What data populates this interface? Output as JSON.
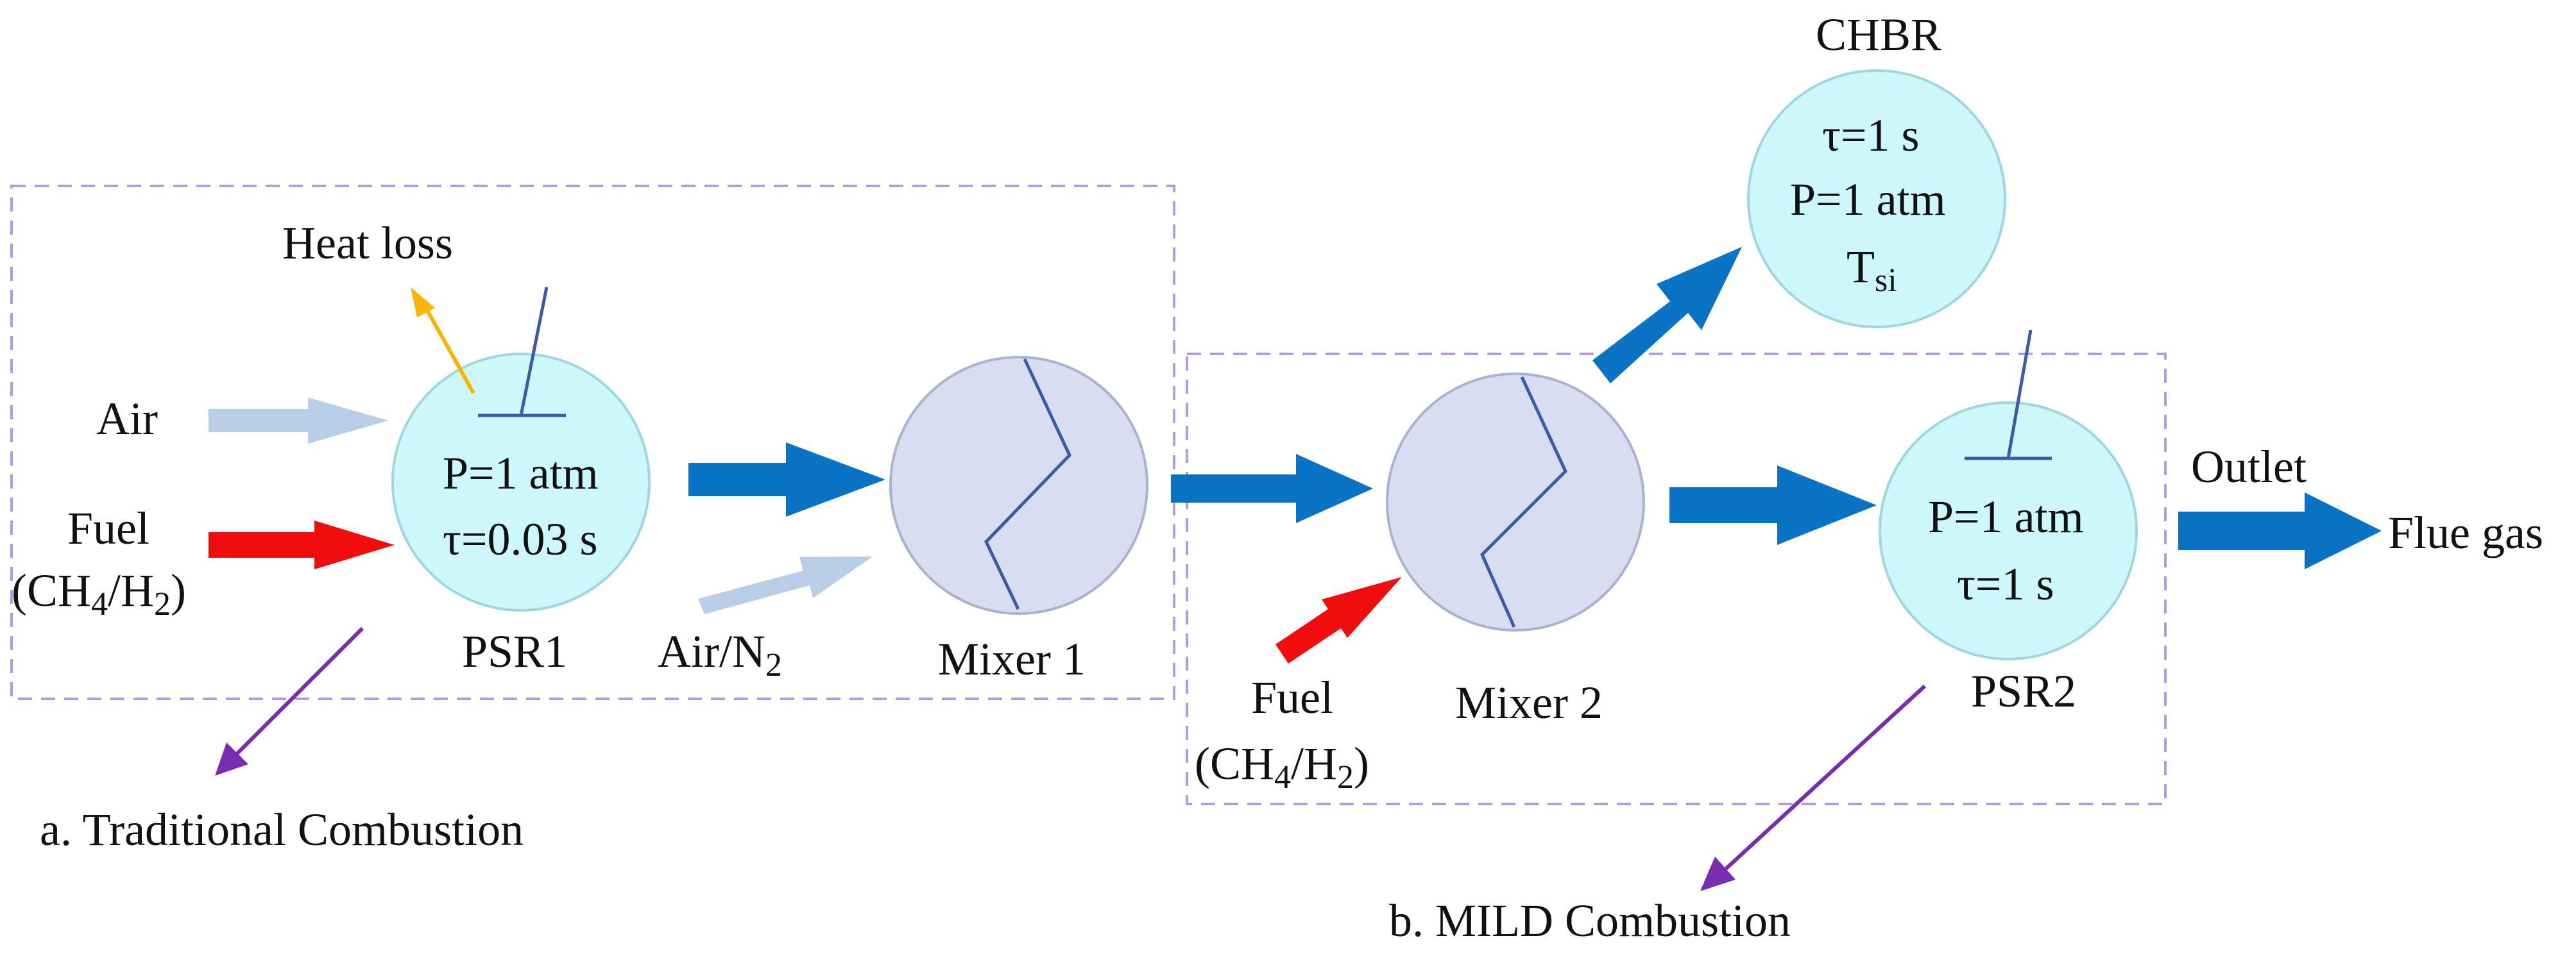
{
  "colors": {
    "reactor_fill": "#cdf7fb",
    "reactor_stroke": "#9fd6e0",
    "mixer_fill": "#d8deef",
    "mixer_stroke": "#a9b3cf",
    "flow_arrow": "#0b73c4",
    "air_arrow": "#b8cde6",
    "fuel_arrow": "#f20d0d",
    "heat_arrow": "#f7b500",
    "pointer_arrow": "#7a2cb0",
    "dashed_box": "#b39ae0",
    "wire": "#3d5aa8"
  },
  "labels": {
    "heat_loss": "Heat loss",
    "air": "Air",
    "fuel_line1": "Fuel",
    "fuel_line2": [
      "(CH",
      "4",
      "/H",
      "2",
      ")"
    ],
    "air_n2": [
      "Air/N",
      "2"
    ],
    "fuel2_line1": "Fuel",
    "fuel2_line2": [
      "(CH",
      "4",
      "/H",
      "2",
      ")"
    ],
    "outlet": "Outlet",
    "flue_gas": "Flue gas",
    "traditional": "a. Traditional Combustion",
    "mild": "b. MILD Combustion"
  },
  "psr1": {
    "name": "PSR1",
    "line1": "P=1 atm",
    "line2": "τ=0.03 s"
  },
  "mixer1": {
    "name": "Mixer 1"
  },
  "mixer2": {
    "name": "Mixer 2"
  },
  "chbr": {
    "name": "CHBR",
    "line1": "τ=1 s",
    "line2": "P=1 atm",
    "line3": [
      "T",
      "si"
    ]
  },
  "psr2": {
    "name": "PSR2",
    "line1": "P=1 atm",
    "line2": "τ=1 s"
  }
}
